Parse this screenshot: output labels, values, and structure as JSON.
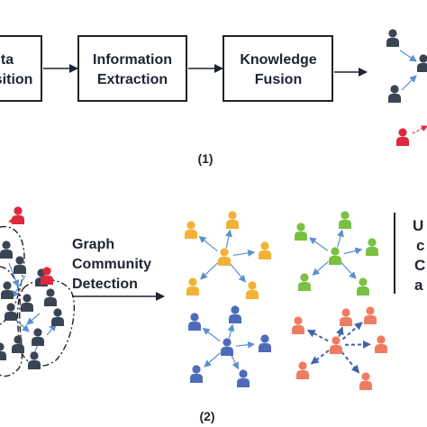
{
  "part1": {
    "steps": [
      {
        "lines": [
          "ta",
          "uisition"
        ]
      },
      {
        "lines": [
          "Information",
          "Extraction"
        ]
      },
      {
        "lines": [
          "Knowledge",
          "Fusion"
        ]
      }
    ],
    "caption": "(1)"
  },
  "part2": {
    "method_lines": [
      "Graph",
      "Community",
      "Detection"
    ],
    "caption": "(2)",
    "right_text": [
      "U",
      "c",
      "C",
      "a"
    ]
  },
  "colors": {
    "dark": "#3a4554",
    "red": "#e0283c",
    "orange": "#f2b237",
    "green": "#79c043",
    "blue": "#4d6bb8",
    "salmon": "#ef7c62",
    "arrow": "#5b8fd0",
    "box_stroke": "#222222"
  },
  "icons": [
    "person-icon"
  ]
}
